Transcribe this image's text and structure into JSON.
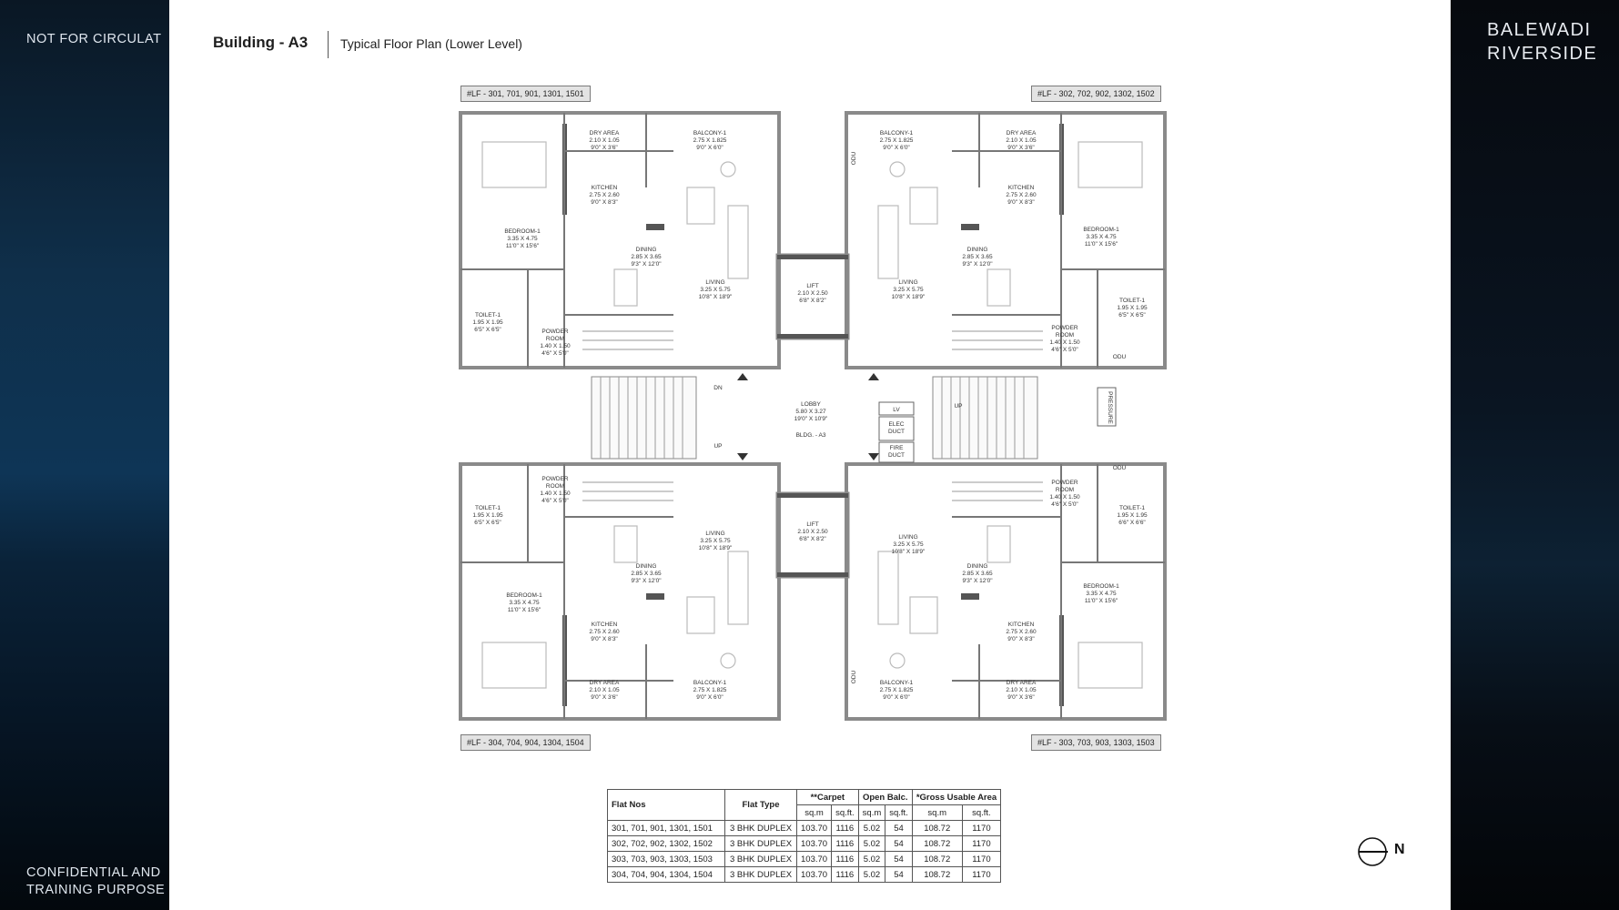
{
  "left_panel": {
    "notice": "NOT FOR CIRCULAT",
    "confidential_line1": "CONFIDENTIAL AND",
    "confidential_line2": "TRAINING PURPOSE"
  },
  "brand": {
    "line1": "BALEWADI",
    "line2": "RIVERSIDE"
  },
  "header": {
    "building": "Building - A3",
    "plan_title": "Typical Floor Plan  (Lower Level)"
  },
  "flat_labels": {
    "top_left": "#LF - 301, 701, 901, 1301, 1501",
    "top_right": "#LF - 302, 702, 902, 1302, 1502",
    "bottom_left": "#LF - 304, 704, 904, 1304, 1504",
    "bottom_right": "#LF - 303, 703, 903, 1303, 1503"
  },
  "units": {
    "top_left": {
      "dry": [
        "DRY AREA",
        "2.10 X 1.05",
        "9'0\" X 3'6\""
      ],
      "balcony": [
        "BALCONY-1",
        "2.75 X 1.825",
        "9'0\" X 6'0\""
      ],
      "kitchen": [
        "KITCHEN",
        "2.75 X 2.60",
        "9'0\" X 8'3\""
      ],
      "bedroom": [
        "BEDROOM-1",
        "3.35 X 4.75",
        "11'0\" X 15'6\""
      ],
      "dining": [
        "DINING",
        "2.85 X 3.65",
        "9'3\" X 12'0\""
      ],
      "living": [
        "LIVING",
        "3.25 X 5.75",
        "10'8\" X 18'9\""
      ],
      "toilet": [
        "TOILET-1",
        "1.95 X 1.95",
        "6'5\" X 6'5\""
      ],
      "powder": [
        "POWDER",
        "ROOM",
        "1.40 X 1.50",
        "4'6\" X 5'0\""
      ]
    },
    "top_right": {
      "balcony": [
        "BALCONY-1",
        "2.75 X 1.825",
        "9'0\" X 6'0\""
      ],
      "dry": [
        "DRY AREA",
        "2.10 X 1.05",
        "9'0\" X 3'6\""
      ],
      "kitchen": [
        "KITCHEN",
        "2.75 X 2.60",
        "9'0\" X 8'3\""
      ],
      "bedroom": [
        "BEDROOM-1",
        "3.35 X 4.75",
        "11'0\" X 15'6\""
      ],
      "dining": [
        "DINING",
        "2.85 X 3.65",
        "9'3\" X 12'0\""
      ],
      "living": [
        "LIVING",
        "3.25 X 5.75",
        "10'8\" X 18'9\""
      ],
      "toilet": [
        "TOILET-1",
        "1.95 X 1.95",
        "6'5\" X 6'5\""
      ],
      "powder": [
        "POWDER",
        "ROOM",
        "1.40 X 1.50",
        "4'6\" X 5'0\""
      ]
    },
    "bottom_left": {
      "powder": [
        "POWDER",
        "ROOM",
        "1.40 X 1.50",
        "4'6\" X 5'0\""
      ],
      "toilet": [
        "TOILET-1",
        "1.95 X 1.95",
        "6'5\" X 6'5\""
      ],
      "living": [
        "LIVING",
        "3.25 X 5.75",
        "10'8\" X 18'9\""
      ],
      "dining": [
        "DINING",
        "2.85 X 3.65",
        "9'3\" X 12'0\""
      ],
      "bedroom": [
        "BEDROOM-1",
        "3.35 X 4.75",
        "11'0\" X 15'6\""
      ],
      "kitchen": [
        "KITCHEN",
        "2.75 X 2.60",
        "9'0\" X 8'3\""
      ],
      "dry": [
        "DRY AREA",
        "2.10 X 1.05",
        "9'0\" X 3'6\""
      ],
      "balcony": [
        "BALCONY-1",
        "2.75 X 1.825",
        "9'0\" X 6'0\""
      ]
    },
    "bottom_right": {
      "odu": "ODU",
      "powder": [
        "POWDER",
        "ROOM",
        "1.40 X 1.50",
        "4'6\" X 5'0\""
      ],
      "toilet": [
        "TOILET-1",
        "1.95 X 1.95",
        "6'6\" X 6'6\""
      ],
      "living": [
        "LIVING",
        "3.25 X 5.75",
        "10'8\" X 18'9\""
      ],
      "dining": [
        "DINING",
        "2.85 X 3.65",
        "9'3\" X 12'0\""
      ],
      "bedroom": [
        "BEDROOM-1",
        "3.35 X 4.75",
        "11'0\" X 15'6\""
      ],
      "kitchen": [
        "KITCHEN",
        "2.75 X 2.60",
        "9'0\" X 8'3\""
      ],
      "balcony": [
        "BALCONY-1",
        "2.75 X 1.825",
        "9'0\" X 6'0\""
      ],
      "dry": [
        "DRY AREA",
        "2.10 X 1.05",
        "9'0\" X 3'6\""
      ]
    }
  },
  "core": {
    "lift_top": [
      "LIFT",
      "2.10 X 2.50",
      "6'8\" X 8'2\""
    ],
    "lift_bottom": [
      "LIFT",
      "2.10 X 2.50",
      "6'8\" X 8'2\""
    ],
    "lobby": [
      "LOBBY",
      "5.80 X 3.27",
      "19'0\" X 10'9\""
    ],
    "building": "BLDG. - A3",
    "dn": "DN",
    "up_left": "UP",
    "up_right": "UP",
    "lv": "LV",
    "elec_duct": [
      "ELEC",
      "DUCT"
    ],
    "fire_duct": [
      "FIRE",
      "DUCT"
    ],
    "pressure": "PRESSURE",
    "odu_tr": "ODU",
    "odu_balcony_tr": "ODU",
    "odu_balcony_br": "ODU"
  },
  "table": {
    "headers": {
      "flat_nos": "Flat Nos",
      "flat_type": "Flat Type",
      "carpet": "**Carpet",
      "open_balc": "Open Balc.",
      "gross": "*Gross Usable Area",
      "sqm": "sq.m",
      "sqft": "sq.ft."
    },
    "rows": [
      [
        "301, 701, 901, 1301, 1501",
        "3 BHK DUPLEX",
        "103.70",
        "1116",
        "5.02",
        "54",
        "108.72",
        "1170"
      ],
      [
        "302, 702, 902, 1302, 1502",
        "3 BHK DUPLEX",
        "103.70",
        "1116",
        "5.02",
        "54",
        "108.72",
        "1170"
      ],
      [
        "303, 703, 903, 1303, 1503",
        "3 BHK DUPLEX",
        "103.70",
        "1116",
        "5.02",
        "54",
        "108.72",
        "1170"
      ],
      [
        "304, 704, 904, 1304, 1504",
        "3 BHK DUPLEX",
        "103.70",
        "1116",
        "5.02",
        "54",
        "108.72",
        "1170"
      ]
    ]
  },
  "compass": {
    "label": "N",
    "icon": "north-arrow-icon"
  }
}
